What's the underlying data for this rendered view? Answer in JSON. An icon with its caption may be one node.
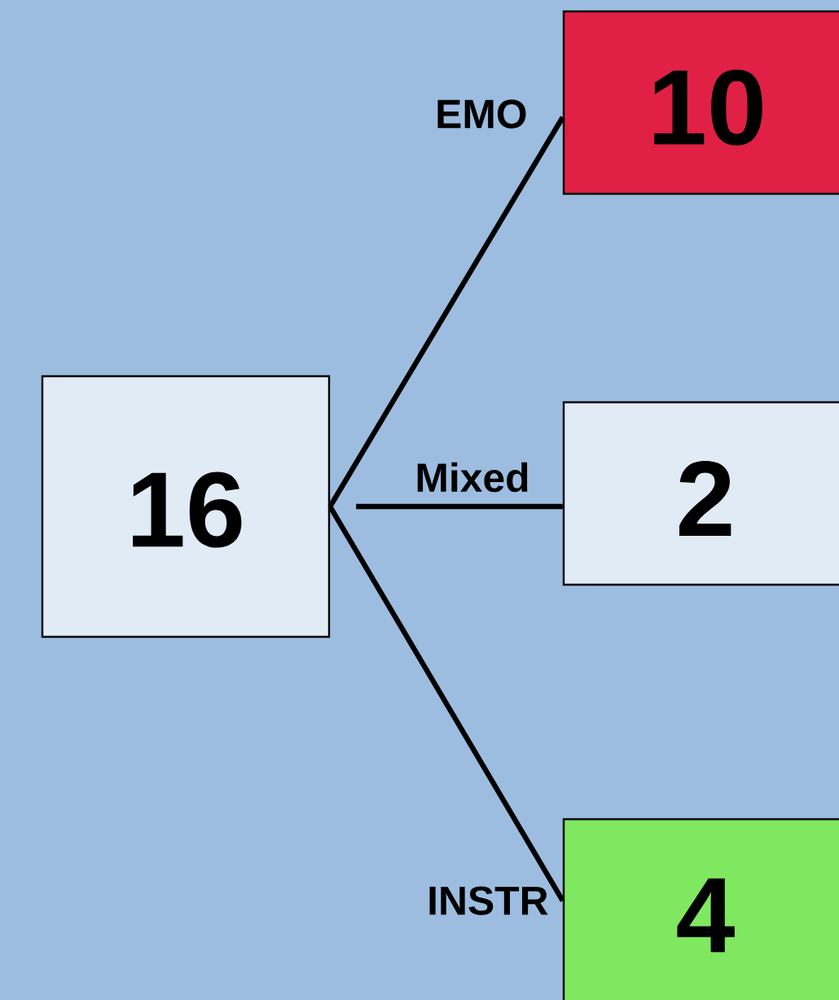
{
  "diagram": {
    "nodes": [
      {
        "text": [
          "16"
        ]
      },
      {
        "text": [
          "10"
        ]
      },
      {
        "text": [
          "2"
        ]
      },
      {
        "text": [
          "4"
        ]
      }
    ],
    "edges": [
      {
        "from": 0,
        "to": 1,
        "arrow": "none",
        "label": "EMO"
      },
      {
        "from": 0,
        "to": 2,
        "arrow": "none",
        "label": "Mixed"
      },
      {
        "from": 0,
        "to": 3,
        "arrow": "none",
        "label": "INSTR"
      }
    ]
  }
}
